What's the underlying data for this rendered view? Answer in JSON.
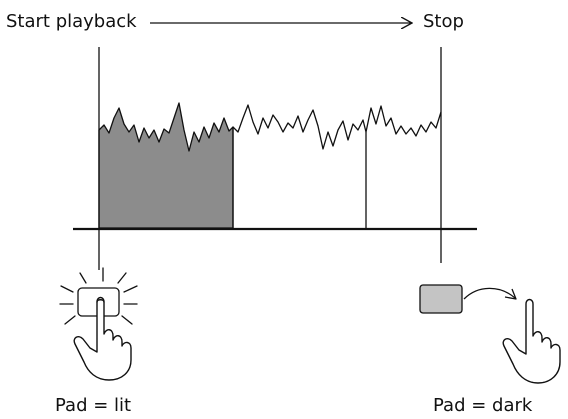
{
  "labels": {
    "start": "Start playback",
    "stop": "Stop",
    "pad_lit": "Pad = lit",
    "pad_dark": "Pad = dark"
  },
  "colors": {
    "line": "#111111",
    "waveform_fill_played": "#8c8c8c",
    "pad_dark_fill": "#c4c4c4",
    "background": "#ffffff"
  },
  "icons": {
    "pad_lit": "pad-lit-icon",
    "pad_dark": "pad-dark-icon",
    "finger_press": "pointing-finger-icon",
    "finger_release": "pointing-finger-icon",
    "curved_arrow": "curved-arrow-icon"
  }
}
